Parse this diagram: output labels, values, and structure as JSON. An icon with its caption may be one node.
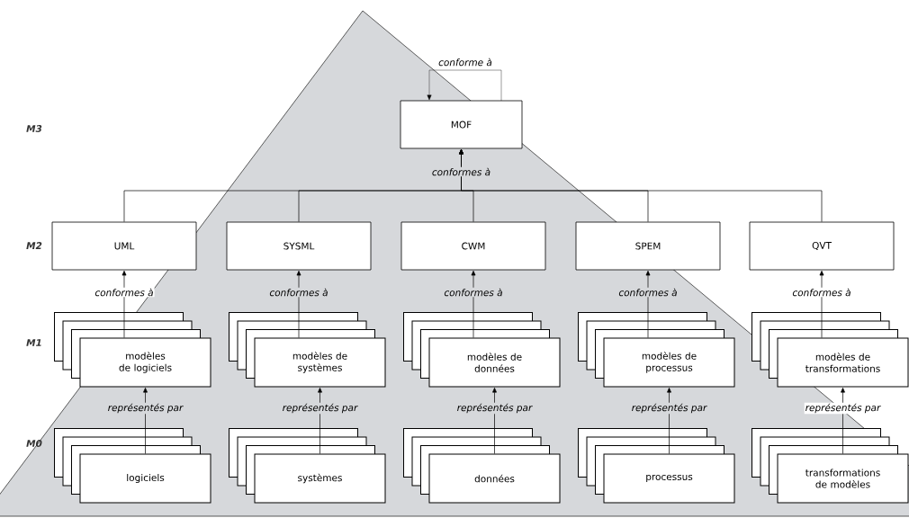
{
  "diagram": {
    "nodes": [
      {
        "text": [
          "MOF"
        ]
      },
      {
        "text": [
          "UML"
        ]
      },
      {
        "text": [
          "SYSML"
        ]
      },
      {
        "text": [
          "CWM"
        ]
      },
      {
        "text": [
          "SPEM"
        ]
      },
      {
        "text": [
          "QVT"
        ]
      },
      {
        "text": [
          "modèles de logiciels"
        ]
      },
      {
        "text": [
          "modèles de systèmes"
        ]
      },
      {
        "text": [
          "modèles de données"
        ]
      },
      {
        "text": [
          "modèles de processus"
        ]
      },
      {
        "text": [
          "modèles de transformations"
        ]
      },
      {
        "text": [
          "logiciels"
        ]
      },
      {
        "text": [
          "systèmes"
        ]
      },
      {
        "text": [
          "données"
        ]
      },
      {
        "text": [
          "processus"
        ]
      },
      {
        "text": [
          "transformations de modèles"
        ]
      }
    ],
    "edges": [
      {
        "from": 0,
        "to": 0,
        "arrow": "to",
        "label": "conforme à"
      },
      {
        "from": 1,
        "to": 0,
        "arrow": "to"
      },
      {
        "from": 2,
        "to": 0,
        "arrow": "to"
      },
      {
        "from": 3,
        "to": 0,
        "arrow": "to",
        "label": "conformes à"
      },
      {
        "from": 4,
        "to": 0,
        "arrow": "to"
      },
      {
        "from": 5,
        "to": 0,
        "arrow": "to"
      },
      {
        "from": 6,
        "to": 1,
        "arrow": "to",
        "label": "conformes à"
      },
      {
        "from": 7,
        "to": 2,
        "arrow": "to",
        "label": "conformes à"
      },
      {
        "from": 8,
        "to": 3,
        "arrow": "to",
        "label": "conformes à"
      },
      {
        "from": 9,
        "to": 4,
        "arrow": "to",
        "label": "conformes à"
      },
      {
        "from": 10,
        "to": 5,
        "arrow": "to",
        "label": "conformes à"
      },
      {
        "from": 11,
        "to": 6,
        "arrow": "to",
        "label": "représentés par"
      },
      {
        "from": 12,
        "to": 7,
        "arrow": "to",
        "label": "représentés par"
      },
      {
        "from": 13,
        "to": 8,
        "arrow": "to",
        "label": "représentés par"
      },
      {
        "from": 14,
        "to": 9,
        "arrow": "to",
        "label": "représentés par"
      },
      {
        "from": 15,
        "to": 10,
        "arrow": "to",
        "label": "représentés par"
      }
    ],
    "labels": [
      "M3",
      "M2",
      "M1",
      "M0"
    ]
  }
}
